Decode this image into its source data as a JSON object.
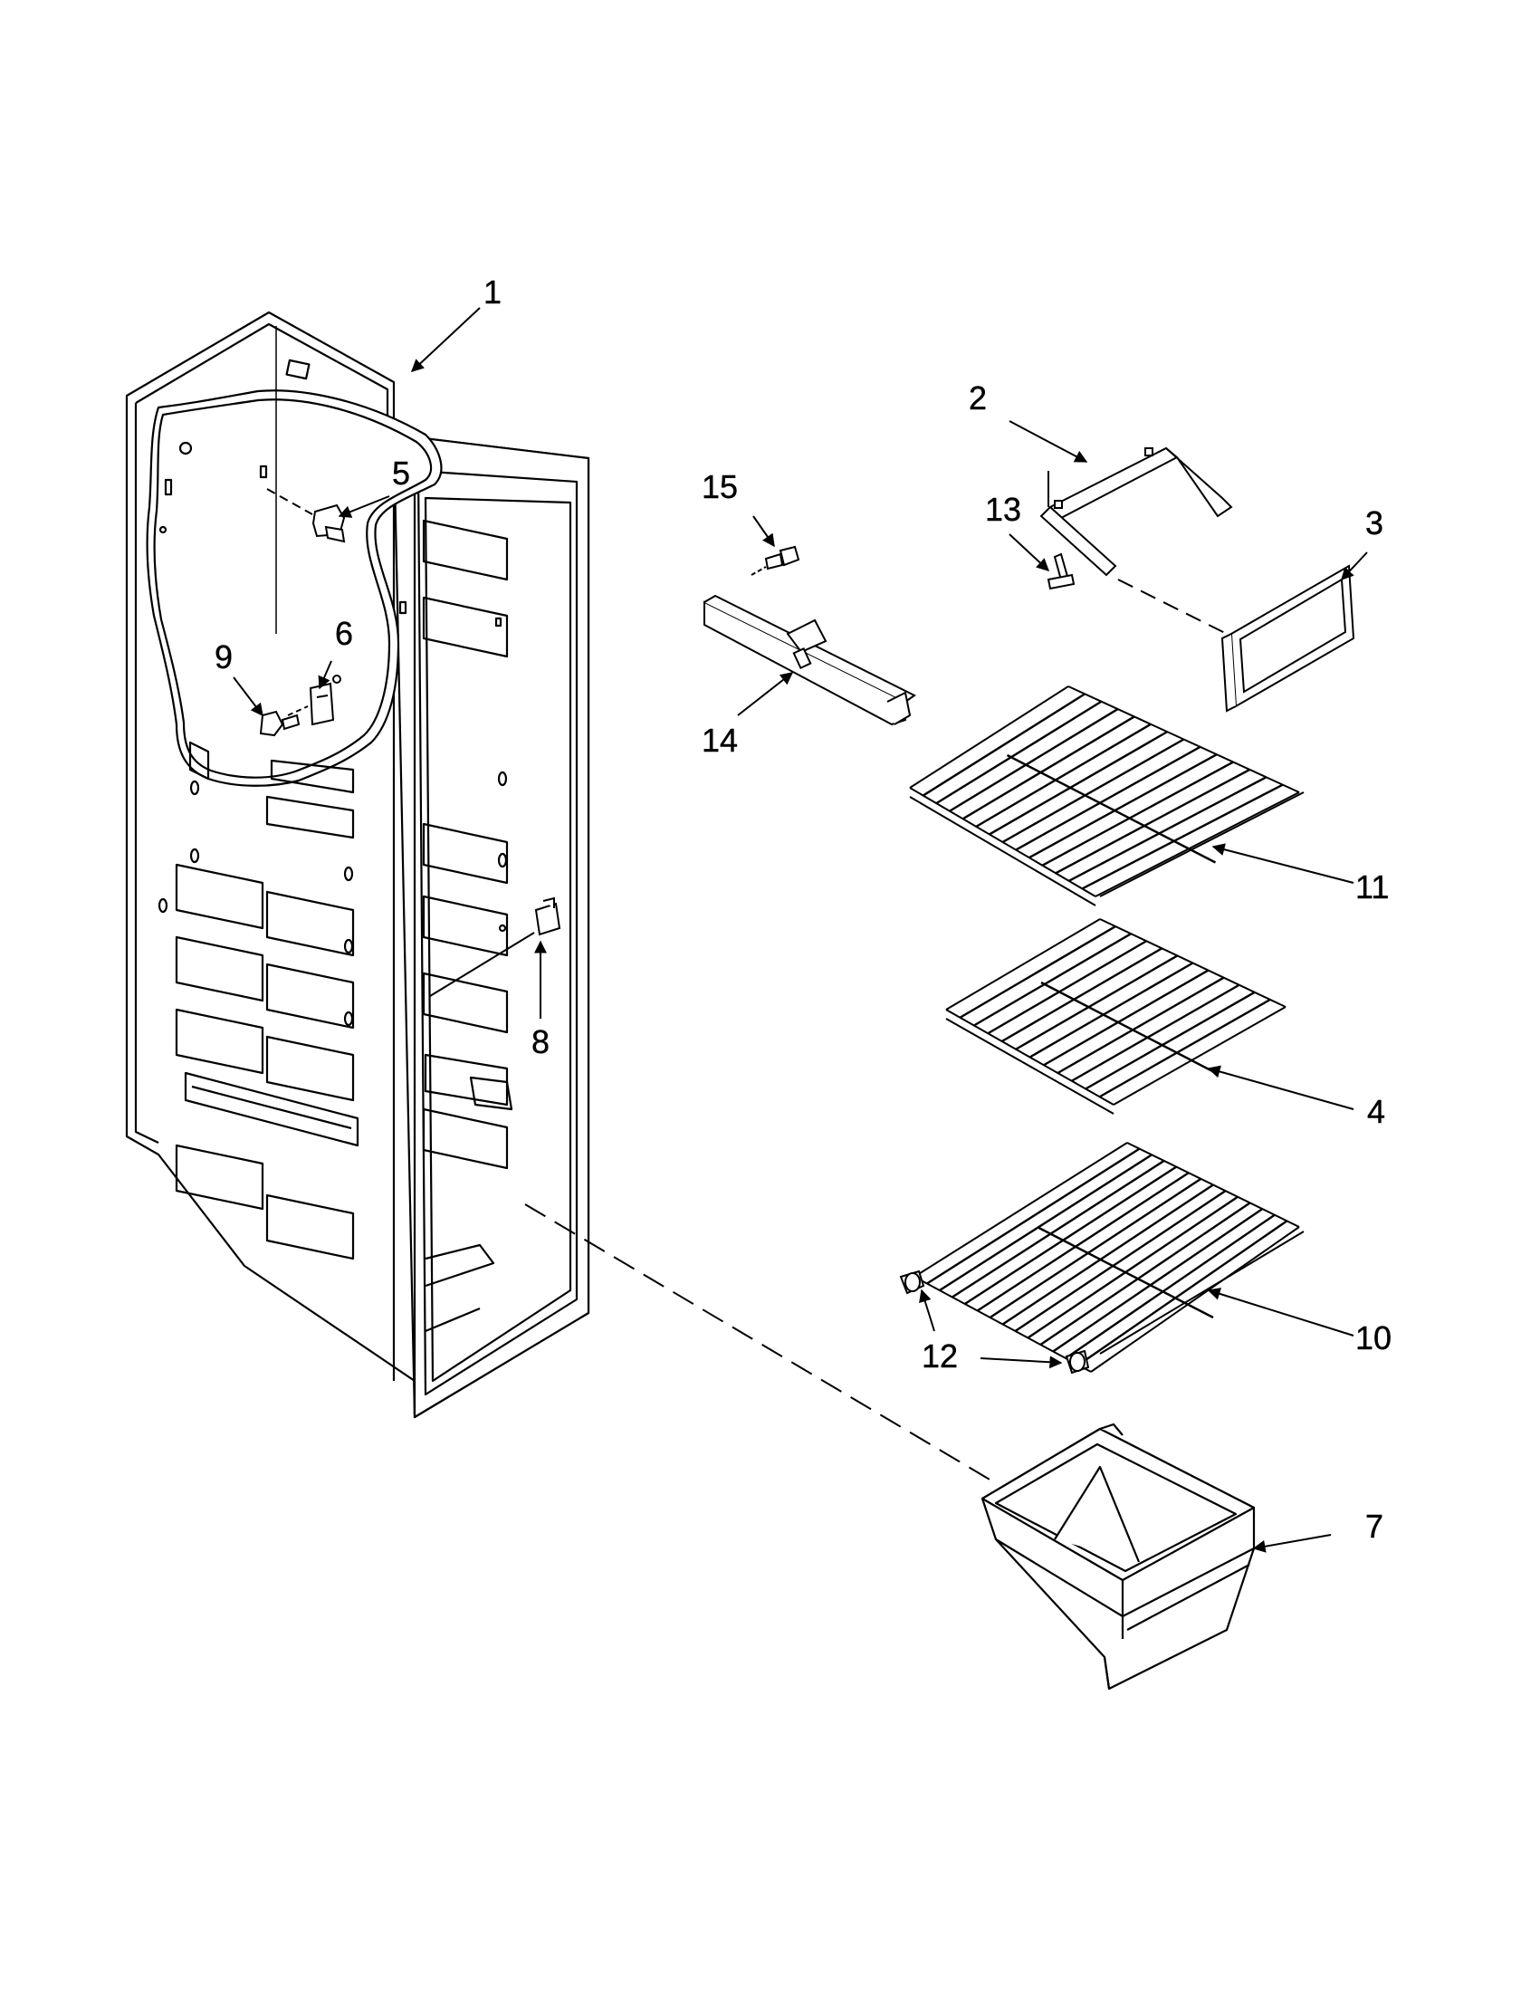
{
  "callouts": [
    "1",
    "2",
    "3",
    "4",
    "5",
    "6",
    "7",
    "8",
    "9",
    "10",
    "11",
    "12",
    "13",
    "14",
    "15"
  ],
  "colors": {
    "line": "#000000",
    "background": "#ffffff",
    "panel": "#ffffff"
  }
}
